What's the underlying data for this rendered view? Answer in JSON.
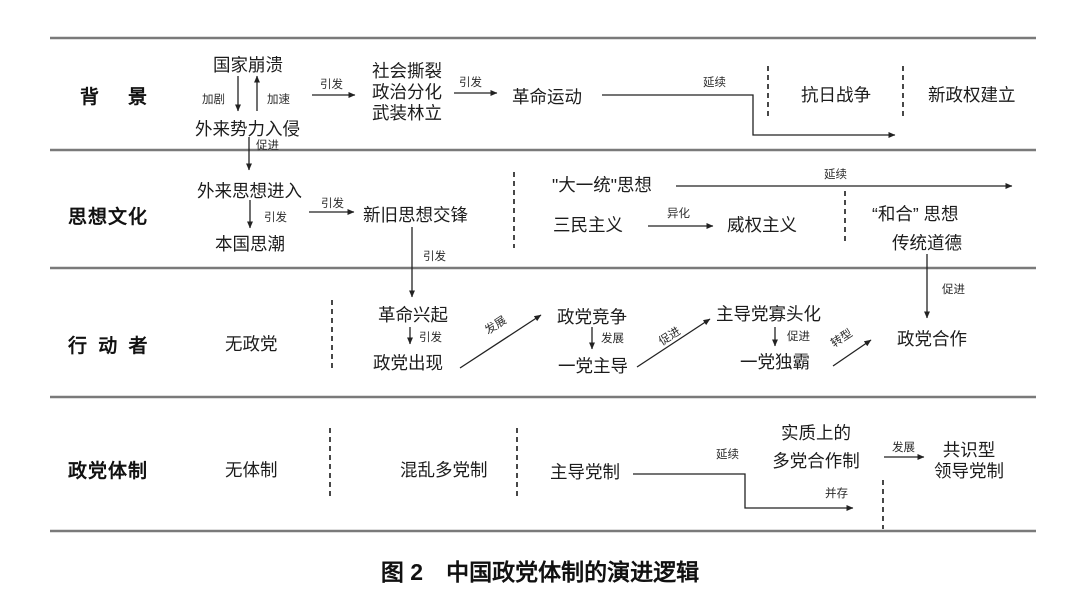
{
  "figure": {
    "caption": "图 2　中国政党体制的演进逻辑"
  },
  "rows": {
    "background": "背　景",
    "ideology": "思想文化",
    "actors": "行 动 者",
    "party_system": "政党体制"
  },
  "background": {
    "state_collapse": "国家崩溃",
    "foreign_invasion": "外来势力入侵",
    "crisis": [
      "社会撕裂",
      "政治分化",
      "武装林立"
    ],
    "revolution_movement": "革命运动",
    "anti_japan_war": "抗日战争",
    "new_regime": "新政权建立",
    "labels": {
      "intensify": "加剧",
      "accelerate": "加速",
      "trigger1": "引发",
      "trigger2": "引发",
      "continue": "延续",
      "promote": "促进"
    }
  },
  "ideology": {
    "foreign_ideas": "外来思想进入",
    "domestic_thought": "本国思潮",
    "new_old_clash": "新旧思想交锋",
    "grand_unity": "\"大一统\"思想",
    "three_principles": "三民主义",
    "authoritarianism": "威权主义",
    "harmony": "“和合” 思想",
    "tradition": "传统道德",
    "labels": {
      "trigger_down": "引发",
      "trigger_right": "引发",
      "trigger_long": "引发",
      "continue": "延续",
      "alienate": "异化",
      "promote": "促进"
    }
  },
  "actors": {
    "no_party": "无政党",
    "revolution_rise": "革命兴起",
    "party_emerge": "政党出现",
    "party_competition": "政党竞争",
    "one_party_lead": "一党主导",
    "oligarchization": "主导党寡头化",
    "one_party_monopoly": "一党独霸",
    "party_cooperation": "政党合作",
    "labels": {
      "trigger": "引发",
      "develop_diag": "发展",
      "develop_down": "发展",
      "promote_diag": "促进",
      "promote_down": "促进",
      "transform": "转型"
    }
  },
  "party_system": {
    "no_system": "无体制",
    "chaotic_multiparty": "混乱多党制",
    "dominant_party": "主导党制",
    "substantive": [
      "实质上的",
      "多党合作制"
    ],
    "consensus": [
      "共识型",
      "领导党制"
    ],
    "labels": {
      "continue": "延续",
      "coexist": "并存",
      "develop": "发展"
    }
  }
}
